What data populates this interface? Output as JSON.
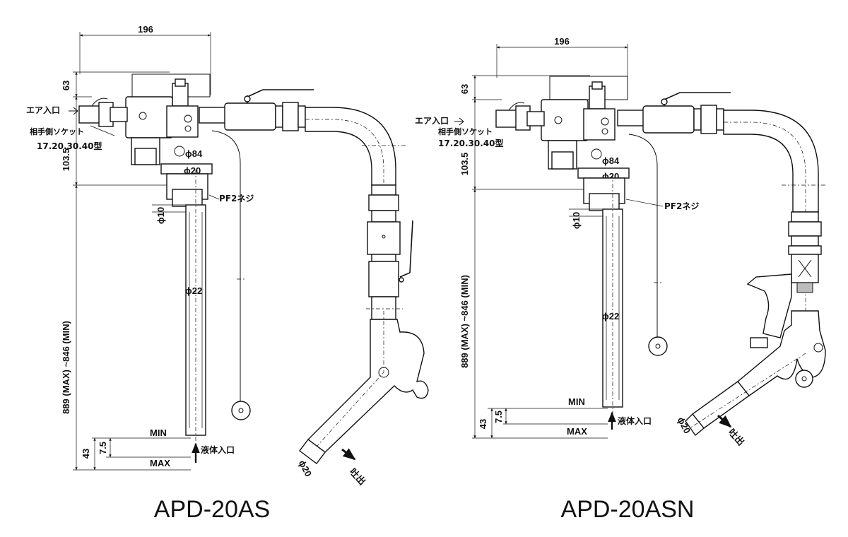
{
  "models": [
    {
      "name": "APD-20AS",
      "dims": {
        "width": "196",
        "h_top": "63",
        "h_mid": "103.5",
        "h_stroke": "889 (MAX) ~846 (MIN)",
        "h_bottom": "43",
        "h_bottom_small": "7.5",
        "d84": "ϕ84",
        "d20": "ϕ20",
        "d10": "ϕ10",
        "d22": "ϕ22",
        "nozzle": "ϕ20"
      },
      "labels": {
        "air_inlet": "エア入口",
        "socket_line1": "相手側ソケット",
        "socket_line2": "17.20.30.40型",
        "thread": "PF2ネジ",
        "min": "MIN",
        "max": "MAX",
        "liquid_inlet": "液体入口",
        "discharge": "吐出"
      }
    },
    {
      "name": "APD-20ASN",
      "dims": {
        "width": "196",
        "h_top": "63",
        "h_mid": "103.5",
        "h_stroke": "889 (MAX) ~846 (MIN)",
        "h_bottom": "43",
        "h_bottom_small": "7.5",
        "d84": "ϕ84",
        "d20": "ϕ20",
        "d10": "ϕ10",
        "d22": "ϕ22",
        "nozzle": "ϕ20"
      },
      "labels": {
        "air_inlet": "エア入口",
        "socket_line1": "相手側ソケット",
        "socket_line2": "17.20.30.40型",
        "thread": "PF2ネジ",
        "min": "MIN",
        "max": "MAX",
        "liquid_inlet": "液体入口",
        "discharge": "吐出"
      }
    }
  ]
}
